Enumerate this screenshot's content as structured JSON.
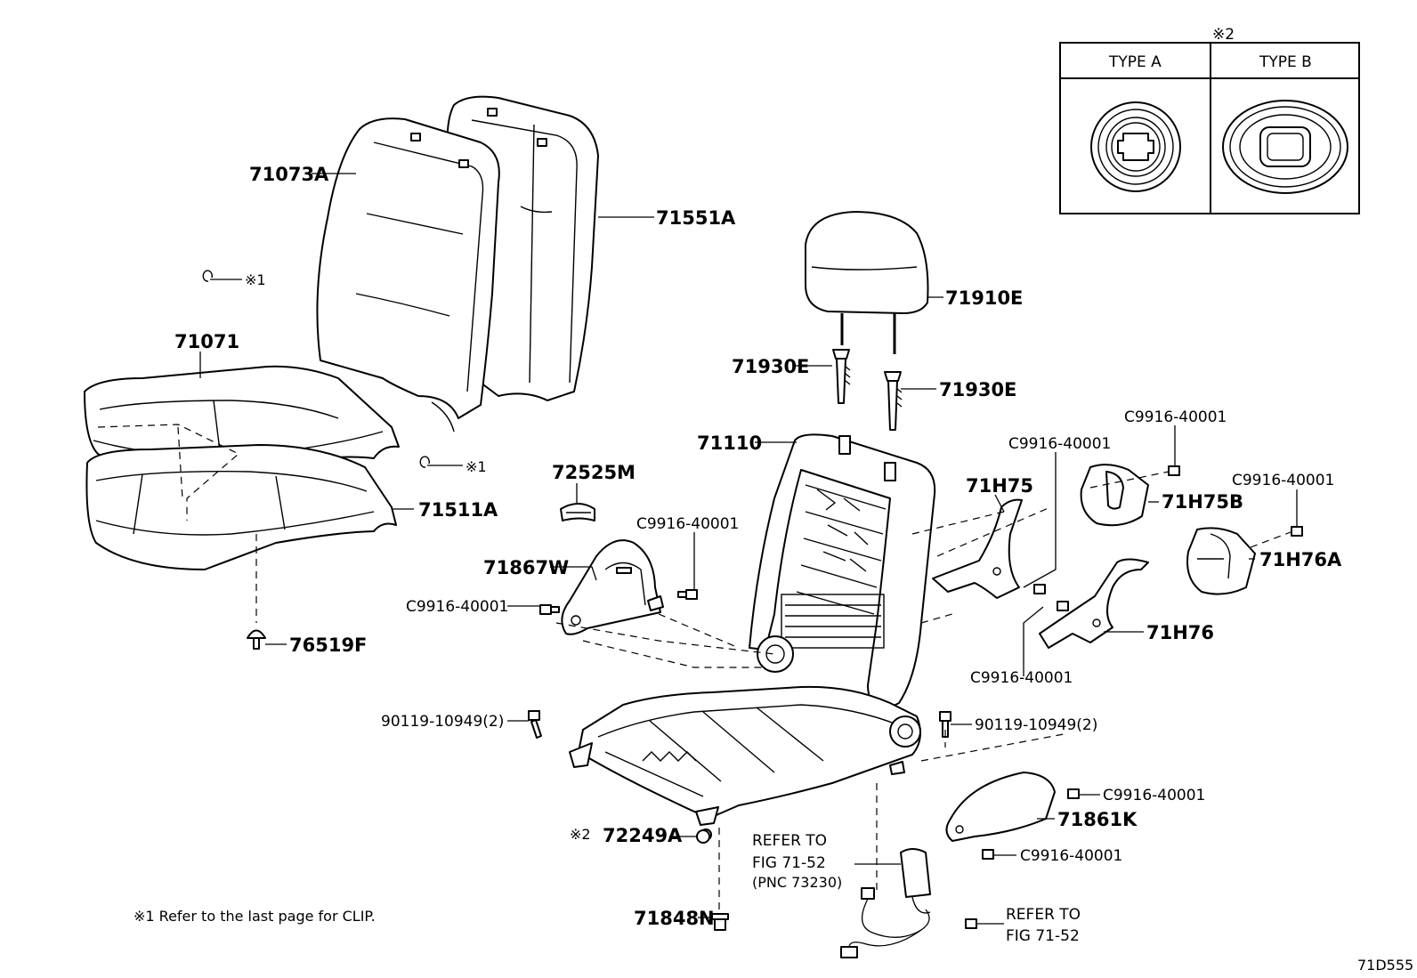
{
  "labels": {
    "l71073A": "71073A",
    "l71551A": "71551A",
    "l71071": "71071",
    "l71511A": "71511A",
    "l76519F": "76519F",
    "clip1": "※1",
    "clip2": "※1",
    "l71910E": "71910E",
    "l71930E_a": "71930E",
    "l71930E_b": "71930E",
    "l71110": "71110",
    "l72525M": "72525M",
    "l71867W": "71867W",
    "c_a": "C9916-40001",
    "c_b": "C9916-40001",
    "c_c": "C9916-40001",
    "c_d": "C9916-40001",
    "c_e": "C9916-40001",
    "c_f": "C9916-40001",
    "c_g": "C9916-40001",
    "c_h": "C9916-40001",
    "l71H75": "71H75",
    "l71H75B": "71H75B",
    "l71H76A": "71H76A",
    "l71H76": "71H76",
    "bolt_left": "90119-10949(2)",
    "bolt_right": "90119-10949(2)",
    "l71861K": "71861K",
    "note2_mark": "※2",
    "l72249A": "72249A",
    "refer_belt_1": "REFER TO",
    "refer_belt_2": "FIG 71-52",
    "refer_belt_3": "(PNC 73230)",
    "refer_wire_1": "REFER TO",
    "refer_wire_2": "FIG 71-52",
    "l71848N": "71848N",
    "footnote": "※1 Refer to the last page for CLIP.",
    "figure_id": "71D555"
  },
  "type_box": {
    "mark": "※2",
    "type_a": "TYPE  A",
    "type_b": "TYPE  B"
  }
}
